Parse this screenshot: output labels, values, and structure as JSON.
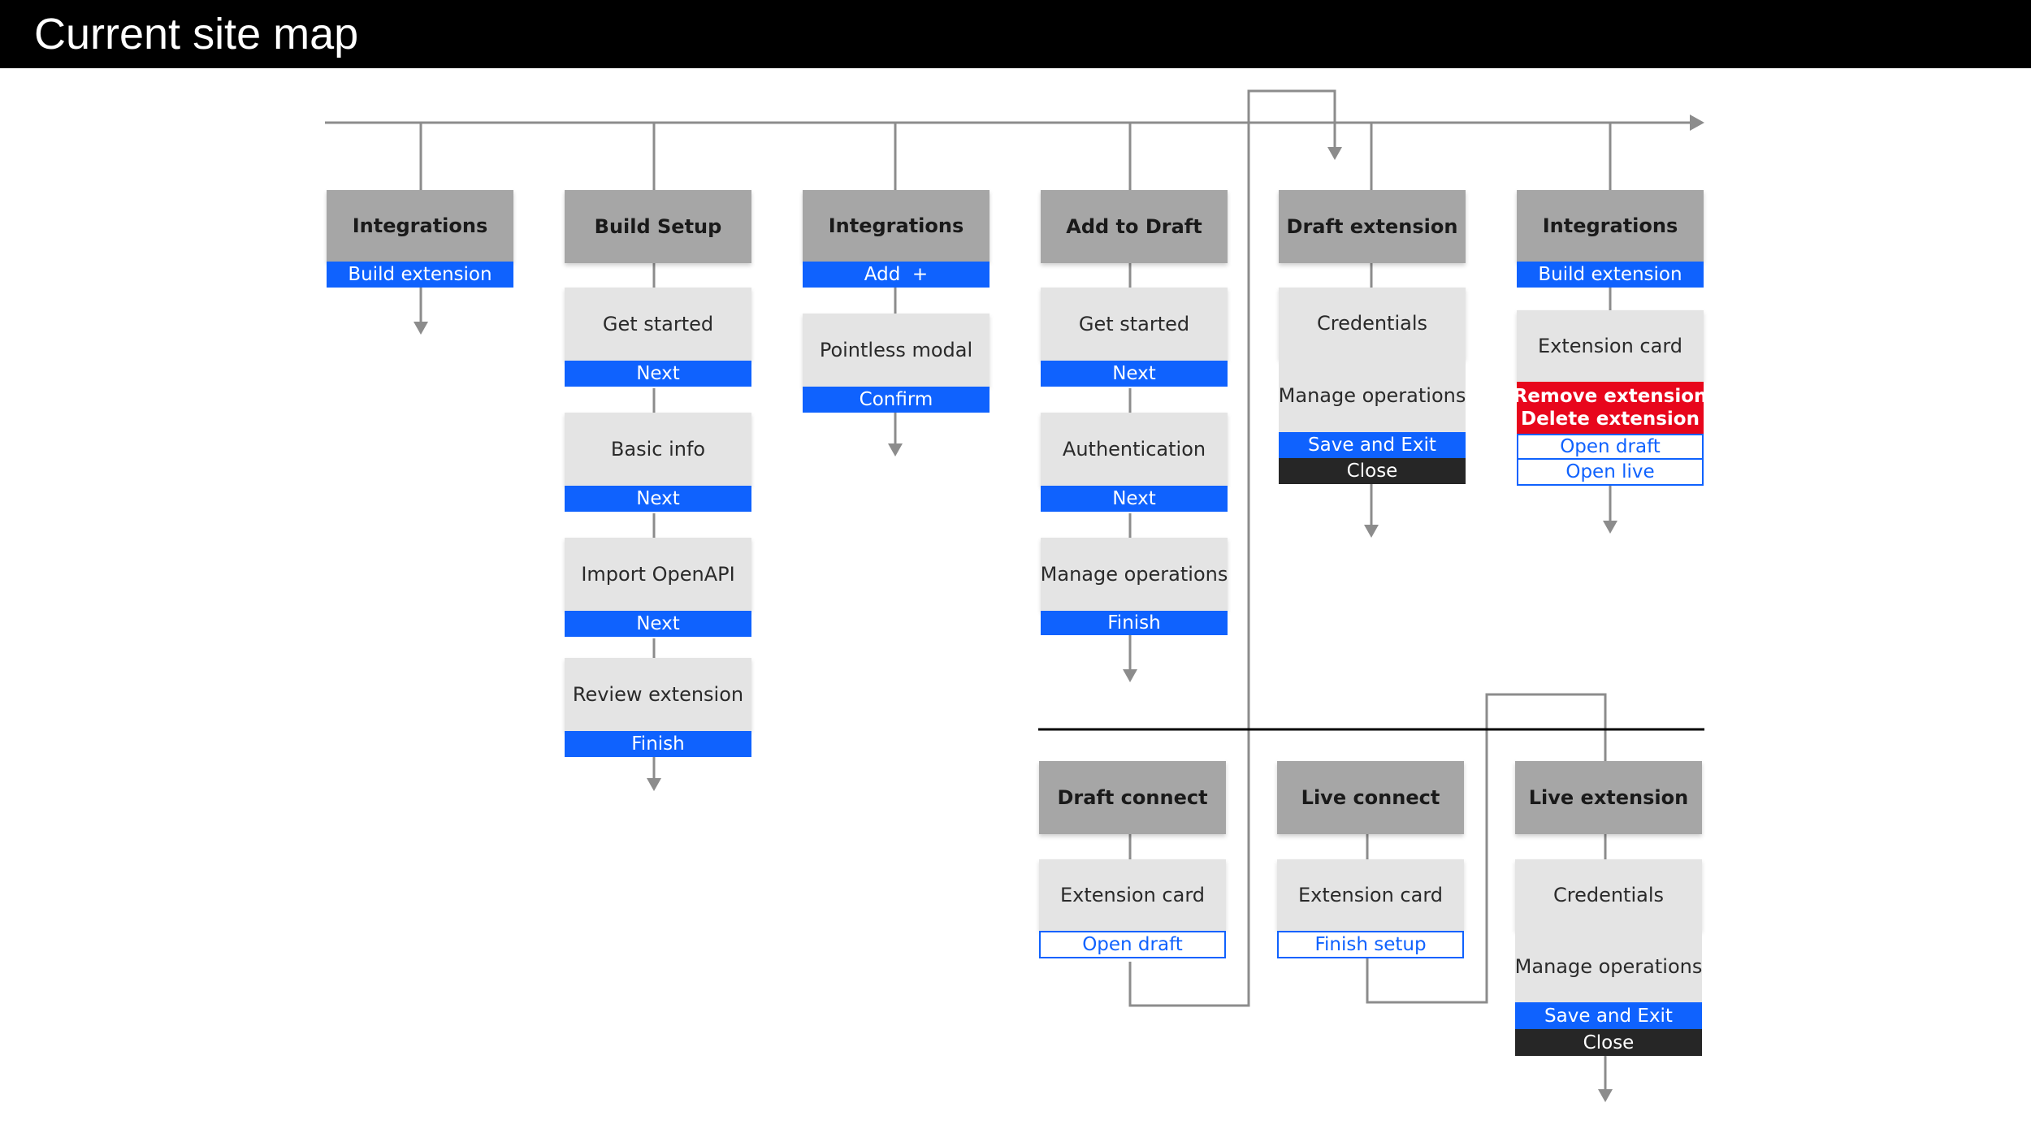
{
  "page": {
    "title": "Current site map"
  },
  "colors": {
    "blue": "#0f62fe",
    "red": "#e8061c",
    "dark": "#262626",
    "header": "#a6a6a6",
    "page": "#e4e4e4",
    "line": "#8c8c8c"
  },
  "flows": {
    "col1": {
      "header": "Integrations",
      "button": "Build extension"
    },
    "col2": {
      "header": "Build Setup",
      "steps": [
        {
          "page": "Get started",
          "button": "Next"
        },
        {
          "page": "Basic info",
          "button": "Next"
        },
        {
          "page": "Import OpenAPI",
          "button": "Next"
        },
        {
          "page": "Review extension",
          "button": "Finish"
        }
      ]
    },
    "col3": {
      "header": "Integrations",
      "button": "Add  +",
      "page": "Pointless modal",
      "page_button": "Confirm"
    },
    "col4": {
      "header": "Add to Draft",
      "steps": [
        {
          "page": "Get started",
          "button": "Next"
        },
        {
          "page": "Authentication",
          "button": "Next"
        },
        {
          "page": "Manage operations",
          "button": "Finish"
        }
      ]
    },
    "col5": {
      "header": "Draft extension",
      "pages": [
        "Credentials",
        "Manage operations"
      ],
      "save_button": "Save and Exit",
      "close_button": "Close"
    },
    "col6": {
      "header": "Integrations",
      "button": "Build extension",
      "page": "Extension card",
      "remove_button": "Remove extension",
      "delete_button": "Delete extension",
      "open_draft": "Open draft",
      "open_live": "Open live"
    },
    "draft_connect": {
      "header": "Draft connect",
      "page": "Extension card",
      "button": "Open draft"
    },
    "live_connect": {
      "header": "Live connect",
      "page": "Extension card",
      "button": "Finish setup"
    },
    "live_extension": {
      "header": "Live extension",
      "pages": [
        "Credentials",
        "Manage operations"
      ],
      "save_button": "Save and Exit",
      "close_button": "Close"
    }
  }
}
